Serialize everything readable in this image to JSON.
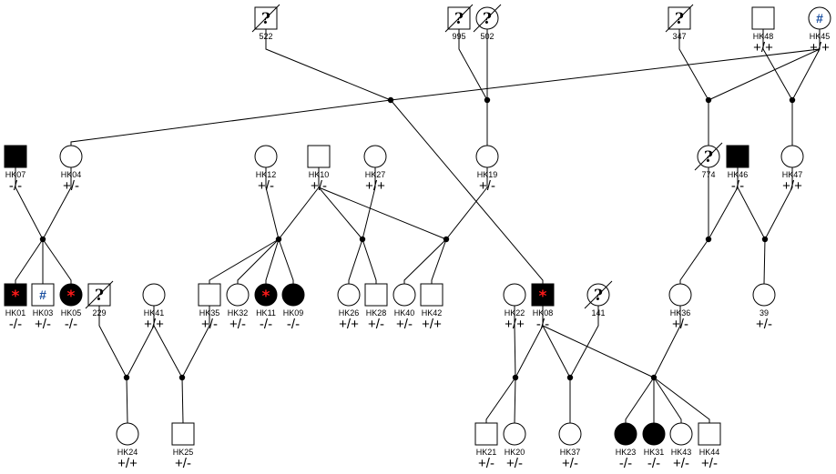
{
  "individuals": [
    {
      "id": "522",
      "sex": "M",
      "fill": "none",
      "mark": "?",
      "deceased": true,
      "genotype": ""
    },
    {
      "id": "995",
      "sex": "M",
      "fill": "none",
      "mark": "?",
      "deceased": true,
      "genotype": ""
    },
    {
      "id": "502",
      "sex": "F",
      "fill": "none",
      "mark": "?",
      "deceased": true,
      "genotype": ""
    },
    {
      "id": "347",
      "sex": "M",
      "fill": "none",
      "mark": "?",
      "deceased": true,
      "genotype": ""
    },
    {
      "id": "HK48",
      "sex": "M",
      "fill": "none",
      "mark": "",
      "deceased": false,
      "genotype": "+/+"
    },
    {
      "id": "HK45",
      "sex": "F",
      "fill": "none",
      "mark": "#",
      "deceased": false,
      "genotype": "+/+"
    },
    {
      "id": "HK07",
      "sex": "M",
      "fill": "black",
      "mark": "",
      "deceased": false,
      "genotype": "-/-"
    },
    {
      "id": "HK04",
      "sex": "F",
      "fill": "none",
      "mark": "",
      "deceased": false,
      "genotype": "+/-"
    },
    {
      "id": "HK12",
      "sex": "F",
      "fill": "none",
      "mark": "",
      "deceased": false,
      "genotype": "+/-"
    },
    {
      "id": "HK10",
      "sex": "M",
      "fill": "none",
      "mark": "",
      "deceased": false,
      "genotype": "+/-"
    },
    {
      "id": "HK27",
      "sex": "F",
      "fill": "none",
      "mark": "",
      "deceased": false,
      "genotype": "+/+"
    },
    {
      "id": "HK19",
      "sex": "F",
      "fill": "none",
      "mark": "",
      "deceased": false,
      "genotype": "+/-"
    },
    {
      "id": "774",
      "sex": "F",
      "fill": "none",
      "mark": "?",
      "deceased": true,
      "genotype": ""
    },
    {
      "id": "HK46",
      "sex": "M",
      "fill": "black",
      "mark": "",
      "deceased": false,
      "genotype": "-/-"
    },
    {
      "id": "HK47",
      "sex": "F",
      "fill": "none",
      "mark": "",
      "deceased": false,
      "genotype": "+/+"
    },
    {
      "id": "HK01",
      "sex": "M",
      "fill": "black",
      "mark": "*",
      "deceased": false,
      "genotype": "-/-"
    },
    {
      "id": "HK03",
      "sex": "M",
      "fill": "none",
      "mark": "#",
      "deceased": false,
      "genotype": "+/-"
    },
    {
      "id": "HK05",
      "sex": "F",
      "fill": "black",
      "mark": "*",
      "deceased": false,
      "genotype": "-/-"
    },
    {
      "id": "229",
      "sex": "M",
      "fill": "none",
      "mark": "?",
      "deceased": true,
      "genotype": ""
    },
    {
      "id": "HK41",
      "sex": "F",
      "fill": "none",
      "mark": "",
      "deceased": false,
      "genotype": "+/+"
    },
    {
      "id": "HK35",
      "sex": "M",
      "fill": "none",
      "mark": "",
      "deceased": false,
      "genotype": "+/-"
    },
    {
      "id": "HK32",
      "sex": "F",
      "fill": "none",
      "mark": "",
      "deceased": false,
      "genotype": "+/-"
    },
    {
      "id": "HK11",
      "sex": "F",
      "fill": "black",
      "mark": "*",
      "deceased": false,
      "genotype": "-/-"
    },
    {
      "id": "HK09",
      "sex": "F",
      "fill": "black",
      "mark": "",
      "deceased": false,
      "genotype": "-/-"
    },
    {
      "id": "HK26",
      "sex": "F",
      "fill": "none",
      "mark": "",
      "deceased": false,
      "genotype": "+/+"
    },
    {
      "id": "HK28",
      "sex": "M",
      "fill": "none",
      "mark": "",
      "deceased": false,
      "genotype": "+/-"
    },
    {
      "id": "HK40",
      "sex": "F",
      "fill": "none",
      "mark": "",
      "deceased": false,
      "genotype": "+/-"
    },
    {
      "id": "HK42",
      "sex": "M",
      "fill": "none",
      "mark": "",
      "deceased": false,
      "genotype": "+/+"
    },
    {
      "id": "HK22",
      "sex": "F",
      "fill": "none",
      "mark": "",
      "deceased": false,
      "genotype": "+/+"
    },
    {
      "id": "HK08",
      "sex": "M",
      "fill": "black",
      "mark": "*",
      "deceased": false,
      "genotype": "-/-"
    },
    {
      "id": "141",
      "sex": "F",
      "fill": "none",
      "mark": "?",
      "deceased": true,
      "genotype": ""
    },
    {
      "id": "HK36",
      "sex": "F",
      "fill": "none",
      "mark": "",
      "deceased": false,
      "genotype": "+/-"
    },
    {
      "id": "39",
      "sex": "F",
      "fill": "none",
      "mark": "",
      "deceased": false,
      "genotype": "+/-"
    },
    {
      "id": "HK24",
      "sex": "F",
      "fill": "none",
      "mark": "",
      "deceased": false,
      "genotype": "+/+"
    },
    {
      "id": "HK25",
      "sex": "M",
      "fill": "none",
      "mark": "",
      "deceased": false,
      "genotype": "+/-"
    },
    {
      "id": "HK21",
      "sex": "M",
      "fill": "none",
      "mark": "",
      "deceased": false,
      "genotype": "+/-"
    },
    {
      "id": "HK20",
      "sex": "F",
      "fill": "none",
      "mark": "",
      "deceased": false,
      "genotype": "+/-"
    },
    {
      "id": "HK37",
      "sex": "F",
      "fill": "none",
      "mark": "",
      "deceased": false,
      "genotype": "+/-"
    },
    {
      "id": "HK23",
      "sex": "F",
      "fill": "black",
      "mark": "",
      "deceased": false,
      "genotype": "-/-"
    },
    {
      "id": "HK31",
      "sex": "F",
      "fill": "black",
      "mark": "",
      "deceased": false,
      "genotype": "-/-"
    },
    {
      "id": "HK43",
      "sex": "F",
      "fill": "none",
      "mark": "",
      "deceased": false,
      "genotype": "+/-"
    },
    {
      "id": "HK44",
      "sex": "M",
      "fill": "none",
      "mark": "",
      "deceased": false,
      "genotype": "+/-"
    }
  ],
  "unions": [
    {
      "id": "U1",
      "parents": [
        "522",
        "HK45"
      ],
      "children": [
        "HK04",
        "HK08"
      ]
    },
    {
      "id": "U2",
      "parents": [
        "995",
        "502"
      ],
      "children": [
        "HK19"
      ]
    },
    {
      "id": "U3",
      "parents": [
        "347",
        "HK45"
      ],
      "children": [
        "774"
      ]
    },
    {
      "id": "U4",
      "parents": [
        "HK48",
        "HK45"
      ],
      "children": [
        "HK47"
      ]
    },
    {
      "id": "U5",
      "parents": [
        "HK07",
        "HK04"
      ],
      "children": [
        "HK01",
        "HK03",
        "HK05"
      ]
    },
    {
      "id": "U6",
      "parents": [
        "HK12",
        "HK10"
      ],
      "children": [
        "HK35",
        "HK32",
        "HK11",
        "HK09"
      ]
    },
    {
      "id": "U7",
      "parents": [
        "HK10",
        "HK27"
      ],
      "children": [
        "HK26",
        "HK28"
      ]
    },
    {
      "id": "U8",
      "parents": [
        "HK10",
        "HK19"
      ],
      "children": [
        "HK40",
        "HK42"
      ]
    },
    {
      "id": "U9",
      "parents": [
        "774",
        "HK46"
      ],
      "children": [
        "HK36"
      ]
    },
    {
      "id": "U10",
      "parents": [
        "HK46",
        "HK47"
      ],
      "children": [
        "39"
      ]
    },
    {
      "id": "U11",
      "parents": [
        "229",
        "HK41"
      ],
      "children": [
        "HK24"
      ]
    },
    {
      "id": "U12",
      "parents": [
        "HK41",
        "HK35"
      ],
      "children": [
        "HK25"
      ]
    },
    {
      "id": "U13",
      "parents": [
        "HK22",
        "HK08"
      ],
      "children": [
        "HK21",
        "HK20"
      ]
    },
    {
      "id": "U14",
      "parents": [
        "HK08",
        "141"
      ],
      "children": [
        "HK37"
      ]
    },
    {
      "id": "U15",
      "parents": [
        "HK08",
        "HK36"
      ],
      "children": [
        "HK23",
        "HK31",
        "HK43",
        "HK44"
      ]
    }
  ]
}
